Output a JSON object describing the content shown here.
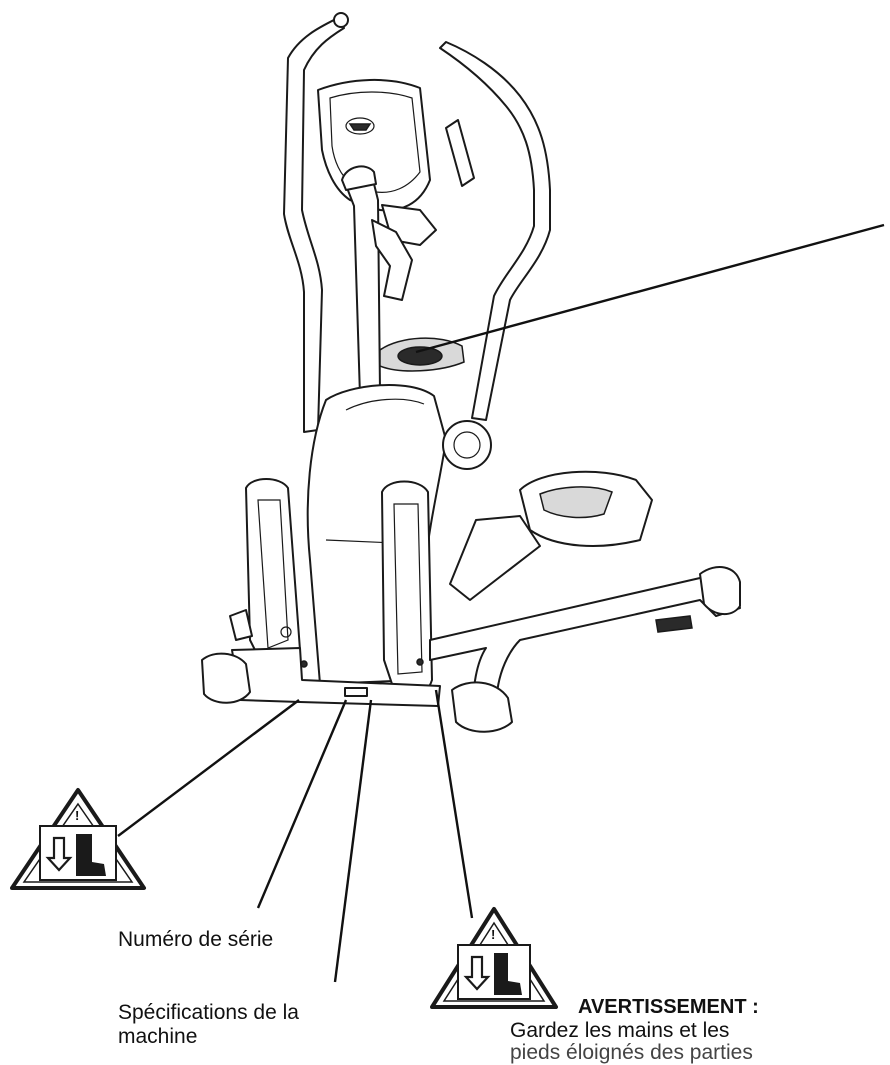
{
  "labels": {
    "serial_number": "Numéro de série",
    "machine_specs": "Spécifications de la machine",
    "machine_specs_line1": "Spécifications de la",
    "machine_specs_line2": "machine",
    "warning_title": "AVERTISSEMENT :",
    "warning_body_line1": "Gardez les mains et les",
    "warning_body_line2": "pieds éloignés des parties"
  },
  "icons": {
    "warning_sign": "warning-triangle-icon",
    "warning_mark": "!"
  },
  "colors": {
    "line": "#1a1a1a",
    "fill": "#ffffff",
    "shade": "#d9d9d9"
  }
}
